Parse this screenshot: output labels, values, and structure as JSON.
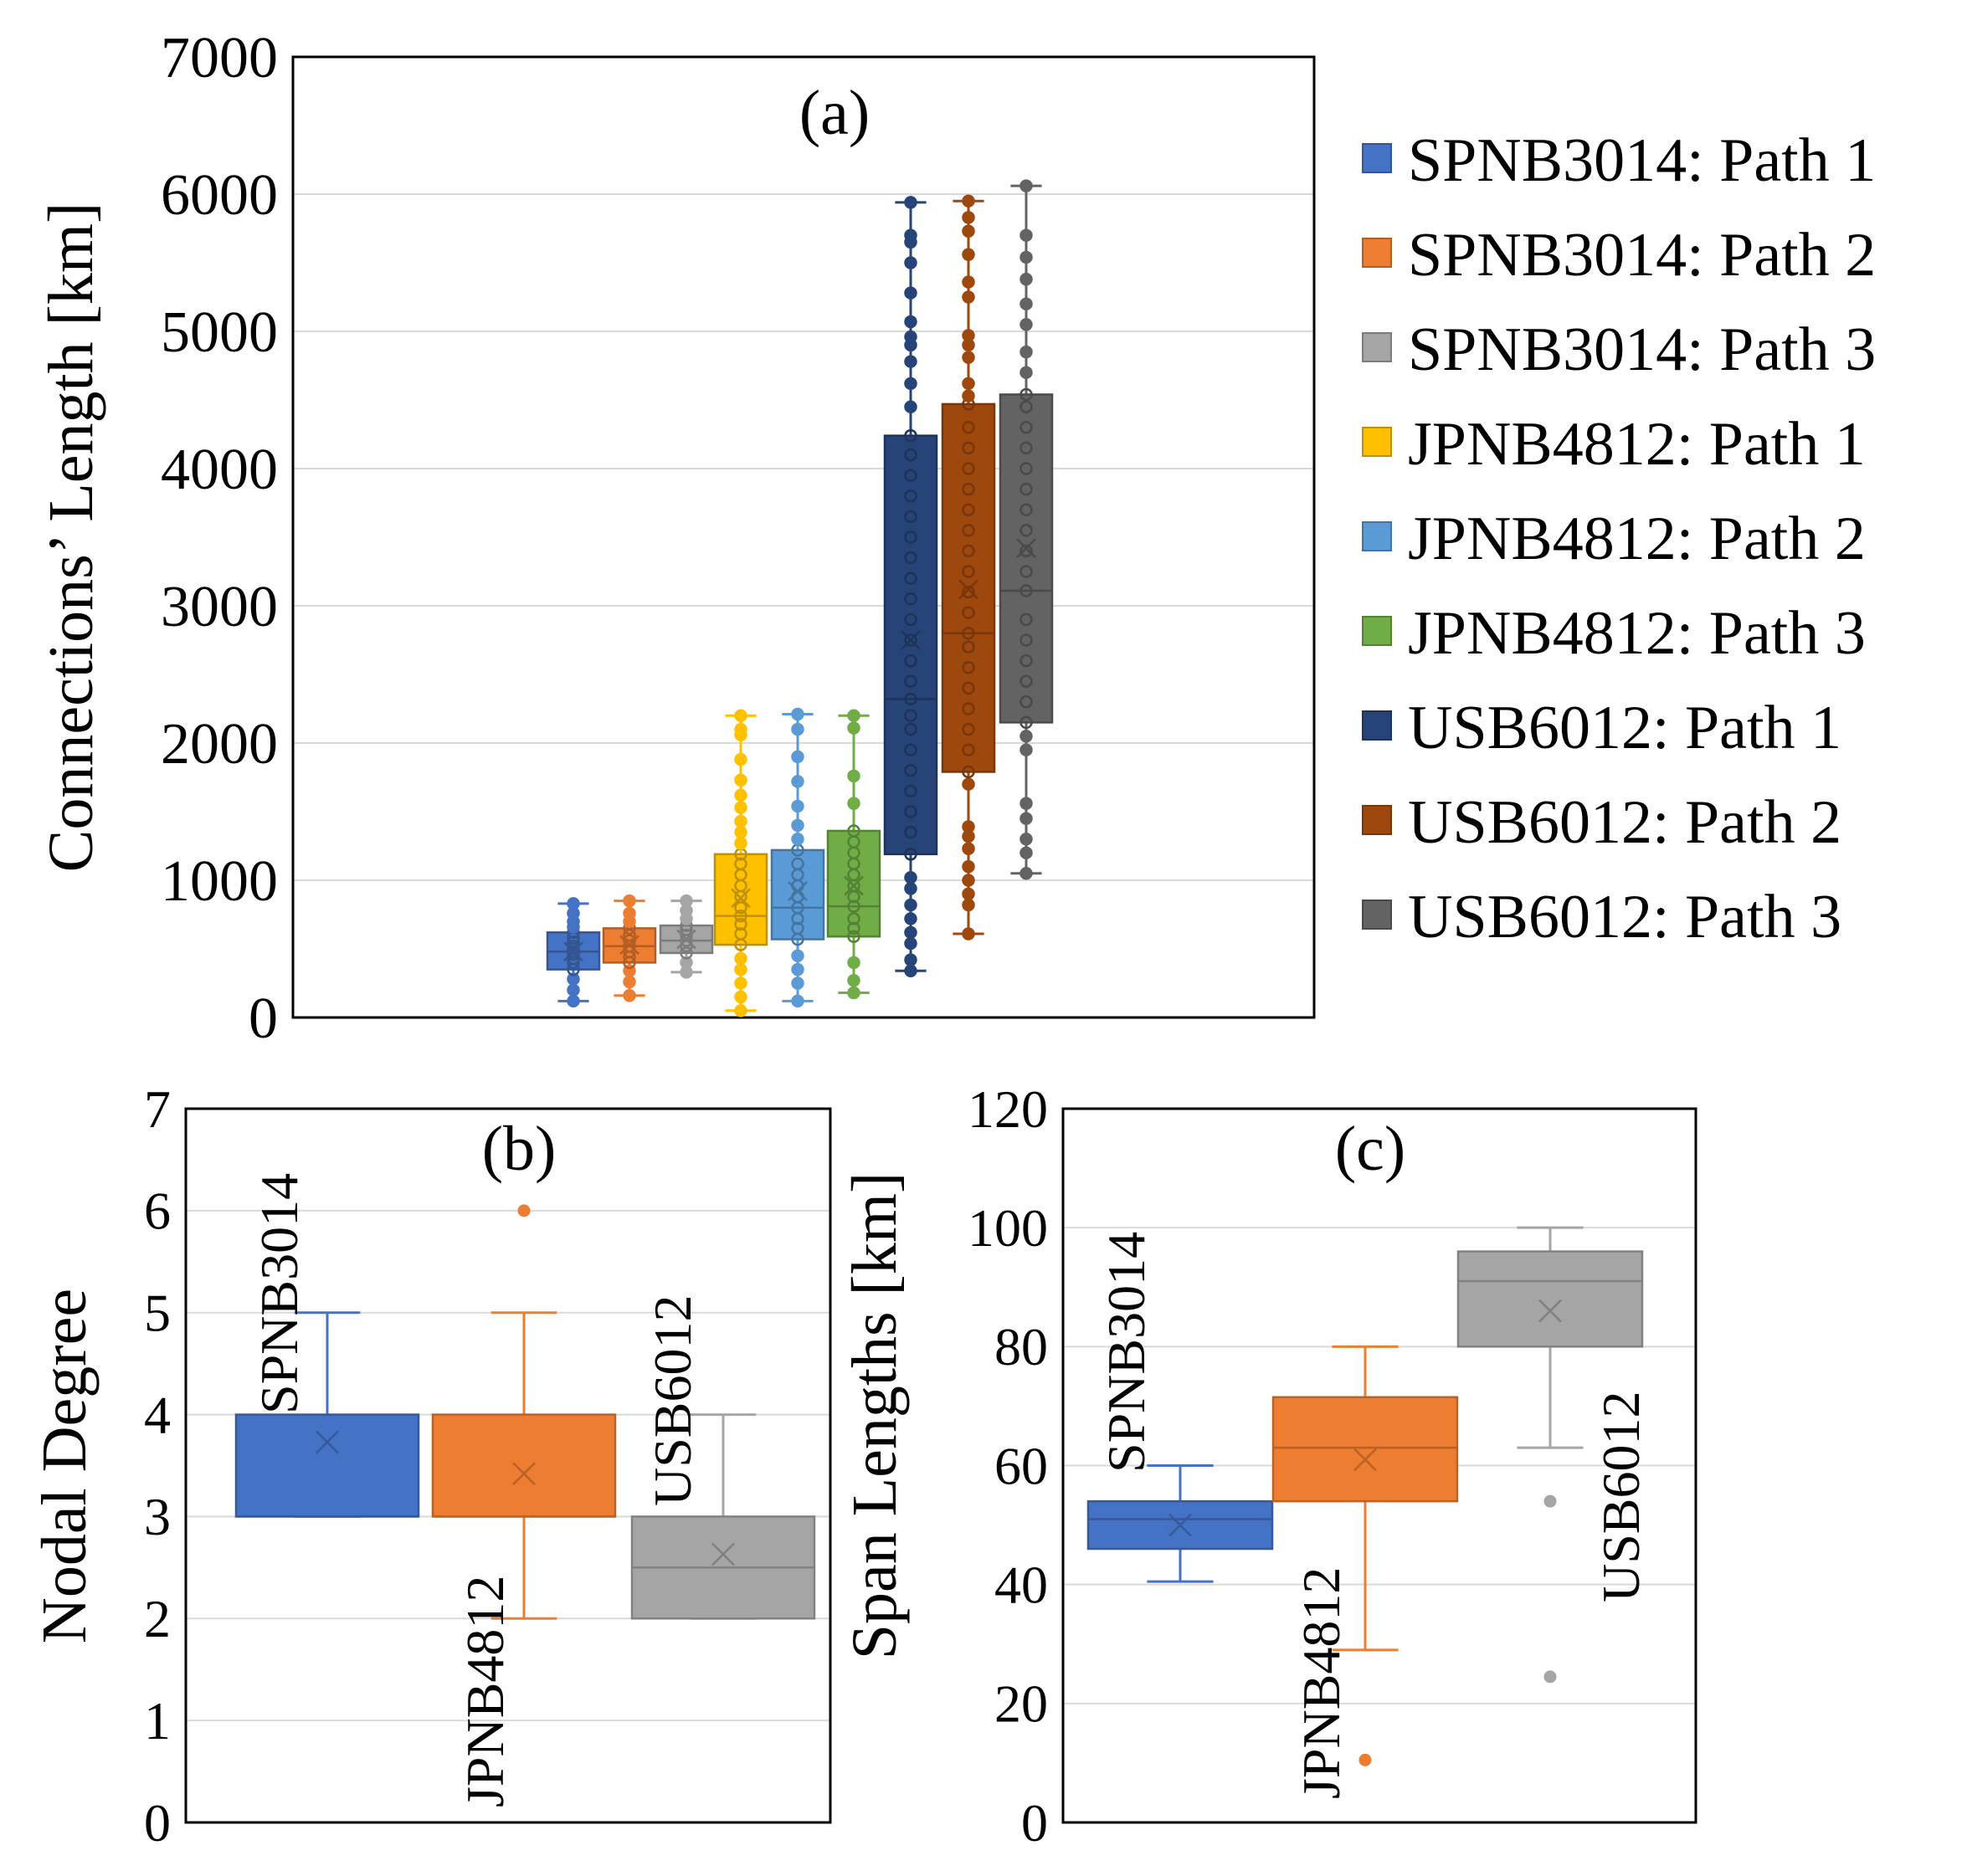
{
  "chart_data": [
    {
      "type": "box",
      "title": "(a)",
      "ylabel": "Connections’ Length [km]",
      "ylim": [
        0,
        7000
      ],
      "yticks": [
        0,
        1000,
        2000,
        3000,
        4000,
        5000,
        6000,
        7000
      ],
      "grid": true,
      "legend_position": "right",
      "series": [
        {
          "name": "SPNB3014: Path 1",
          "color": "#4472C4",
          "min": 120,
          "q1": 350,
          "median": 480,
          "q3": 620,
          "max": 830,
          "mean": 480,
          "points": [
            120,
            200,
            280,
            350,
            400,
            430,
            460,
            480,
            500,
            520,
            550,
            580,
            620,
            660,
            700,
            760,
            830
          ]
        },
        {
          "name": "SPNB3014: Path 2",
          "color": "#ED7D31",
          "min": 160,
          "q1": 400,
          "median": 520,
          "q3": 650,
          "max": 850,
          "mean": 530,
          "points": [
            160,
            260,
            340,
            400,
            440,
            480,
            520,
            560,
            600,
            650,
            700,
            760,
            850
          ]
        },
        {
          "name": "SPNB3014: Path 3",
          "color": "#A5A5A5",
          "min": 330,
          "q1": 470,
          "median": 560,
          "q3": 670,
          "max": 850,
          "mean": 570,
          "points": [
            330,
            400,
            470,
            520,
            560,
            600,
            640,
            670,
            720,
            780,
            850
          ]
        },
        {
          "name": "JPNB4812: Path 1",
          "color": "#FFC000",
          "min": 50,
          "q1": 530,
          "median": 740,
          "q3": 1190,
          "max": 2200,
          "mean": 870,
          "points": [
            50,
            150,
            250,
            350,
            430,
            530,
            610,
            680,
            740,
            800,
            880,
            960,
            1040,
            1120,
            1190,
            1270,
            1350,
            1430,
            1530,
            1620,
            1730,
            1880,
            2060,
            2100,
            2200
          ]
        },
        {
          "name": "JPNB4812: Path 2",
          "color": "#5B9BD5",
          "min": 120,
          "q1": 570,
          "median": 800,
          "q3": 1220,
          "max": 2210,
          "mean": 920,
          "points": [
            120,
            250,
            350,
            450,
            570,
            650,
            720,
            800,
            880,
            960,
            1040,
            1120,
            1220,
            1300,
            1400,
            1540,
            1720,
            1900,
            2100,
            2210
          ]
        },
        {
          "name": "JPNB4812: Path 3",
          "color": "#70AD47",
          "min": 180,
          "q1": 590,
          "median": 810,
          "q3": 1360,
          "max": 2200,
          "mean": 960,
          "points": [
            180,
            270,
            400,
            590,
            650,
            720,
            810,
            880,
            960,
            1040,
            1120,
            1200,
            1280,
            1360,
            1560,
            1760,
            2110,
            2200
          ]
        },
        {
          "name": "USB6012: Path 1",
          "color": "#264478",
          "min": 340,
          "q1": 1190,
          "median": 2320,
          "q3": 4240,
          "max": 5940,
          "mean": 2750,
          "points": [
            340,
            420,
            540,
            620,
            720,
            820,
            940,
            1020,
            1190,
            1350,
            1500,
            1650,
            1800,
            1950,
            2100,
            2200,
            2320,
            2450,
            2600,
            2750,
            2900,
            3050,
            3200,
            3350,
            3500,
            3650,
            3800,
            3950,
            4100,
            4240,
            4450,
            4620,
            4780,
            4900,
            4960,
            5070,
            5280,
            5500,
            5650,
            5700,
            5940
          ]
        },
        {
          "name": "USB6012: Path 2",
          "color": "#9E480E",
          "min": 610,
          "q1": 1790,
          "median": 2800,
          "q3": 4470,
          "max": 5950,
          "mean": 3120,
          "points": [
            610,
            820,
            900,
            1000,
            1100,
            1230,
            1320,
            1390,
            1700,
            1790,
            1950,
            2100,
            2250,
            2400,
            2550,
            2700,
            2800,
            2950,
            3100,
            3250,
            3400,
            3550,
            3700,
            3850,
            4000,
            4150,
            4300,
            4470,
            4530,
            4620,
            4810,
            4900,
            4970,
            5250,
            5360,
            5560,
            5730,
            5830,
            5950
          ]
        },
        {
          "name": "USB6012: Path 3",
          "color": "#636363",
          "min": 1050,
          "q1": 2150,
          "median": 3110,
          "q3": 4540,
          "max": 6060,
          "mean": 3420,
          "points": [
            1050,
            1200,
            1300,
            1450,
            1560,
            1950,
            2050,
            2150,
            2300,
            2450,
            2600,
            2750,
            2900,
            3110,
            3250,
            3400,
            3550,
            3700,
            3850,
            4000,
            4150,
            4300,
            4450,
            4540,
            4700,
            4850,
            5050,
            5200,
            5380,
            5540,
            5700,
            6060
          ]
        }
      ]
    },
    {
      "type": "box",
      "title": "(b)",
      "ylabel": "Nodal Degree",
      "ylim": [
        0,
        7
      ],
      "yticks": [
        0,
        1,
        2,
        3,
        4,
        5,
        6,
        7
      ],
      "grid": true,
      "series": [
        {
          "name": "SPNB3014",
          "color": "#4472C4",
          "min": 3,
          "q1": 3,
          "median": 3,
          "q3": 4,
          "max": 5,
          "mean": 3.73,
          "outliers": []
        },
        {
          "name": "JPNB4812",
          "color": "#ED7D31",
          "min": 2,
          "q1": 3,
          "median": 3,
          "q3": 4,
          "max": 5,
          "mean": 3.42,
          "outliers": [
            6
          ]
        },
        {
          "name": "USB6012",
          "color": "#A5A5A5",
          "min": 2,
          "q1": 2,
          "median": 2.5,
          "q3": 3,
          "max": 4,
          "mean": 2.63,
          "outliers": []
        }
      ]
    },
    {
      "type": "box",
      "title": "(c)",
      "ylabel": "Span Lengths [km]",
      "ylim": [
        0,
        120
      ],
      "yticks": [
        0,
        20,
        40,
        60,
        80,
        100,
        120
      ],
      "grid": true,
      "series": [
        {
          "name": "SPNB3014",
          "color": "#4472C4",
          "min": 40.5,
          "q1": 46,
          "median": 51,
          "q3": 54,
          "max": 60,
          "mean": 50,
          "outliers": []
        },
        {
          "name": "JPNB4812",
          "color": "#ED7D31",
          "min": 29,
          "q1": 54,
          "median": 63,
          "q3": 71.5,
          "max": 80,
          "mean": 61,
          "outliers": [
            10.5
          ]
        },
        {
          "name": "USB6012",
          "color": "#A5A5A5",
          "min": 63,
          "q1": 80,
          "median": 91,
          "q3": 96,
          "max": 100,
          "mean": 86,
          "outliers": [
            54,
            24.5
          ]
        }
      ]
    }
  ]
}
